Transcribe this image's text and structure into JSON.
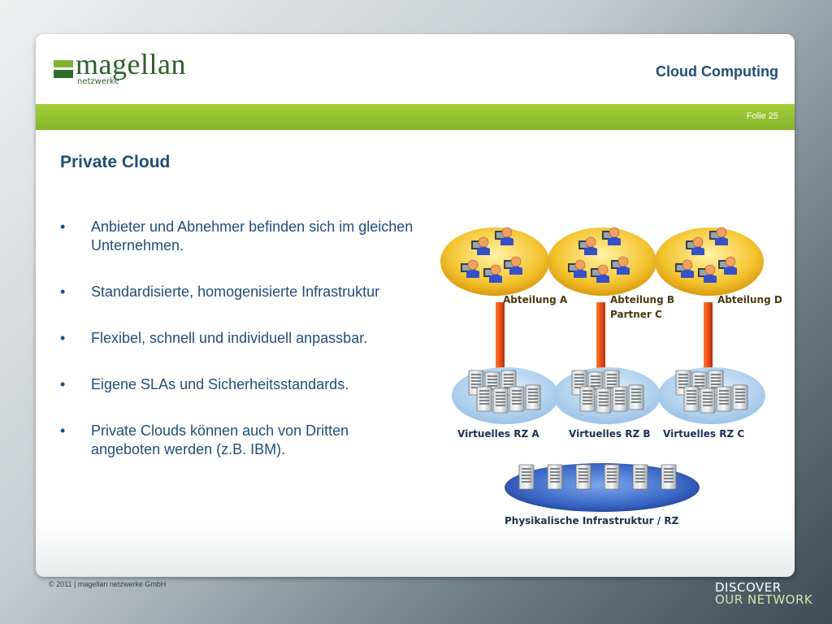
{
  "header": {
    "logo_text": "magellan",
    "logo_sub": "netzwerke",
    "title": "Cloud Computing",
    "slide_number": "Folie 25"
  },
  "slide": {
    "title": "Private Cloud",
    "bullet_char": "•",
    "bullets": [
      "Anbieter und Abnehmer befinden sich im gleichen Unternehmen.",
      "Standardisierte, homogenisierte Infrastruktur",
      "Flexibel, schnell und individuell anpassbar.",
      "Eigene SLAs und Sicherheitsstandards.",
      "Private Clouds können auch von Dritten angeboten werden (z.B. IBM)."
    ]
  },
  "diagram": {
    "departments": [
      "Abteilung A",
      "Abteilung B",
      "Abteilung D"
    ],
    "department_b_extra": "Partner C",
    "virtual_dcs": [
      "Virtuelles RZ A",
      "Virtuelles RZ B",
      "Virtuelles RZ C"
    ],
    "physical": "Physikalische Infrastruktur / RZ"
  },
  "footer": {
    "copyright": "© 2011 | magellan netzwerke GmbH",
    "tagline_1": "DISCOVER",
    "tagline_2": "OUR NETWORK"
  },
  "colors": {
    "accent_green": "#a6ce39",
    "title_blue": "#1f4e79",
    "arrow_orange": "#e8501e",
    "department_yellow": "#f4c430",
    "datacenter_blue": "#4a7bd0"
  }
}
